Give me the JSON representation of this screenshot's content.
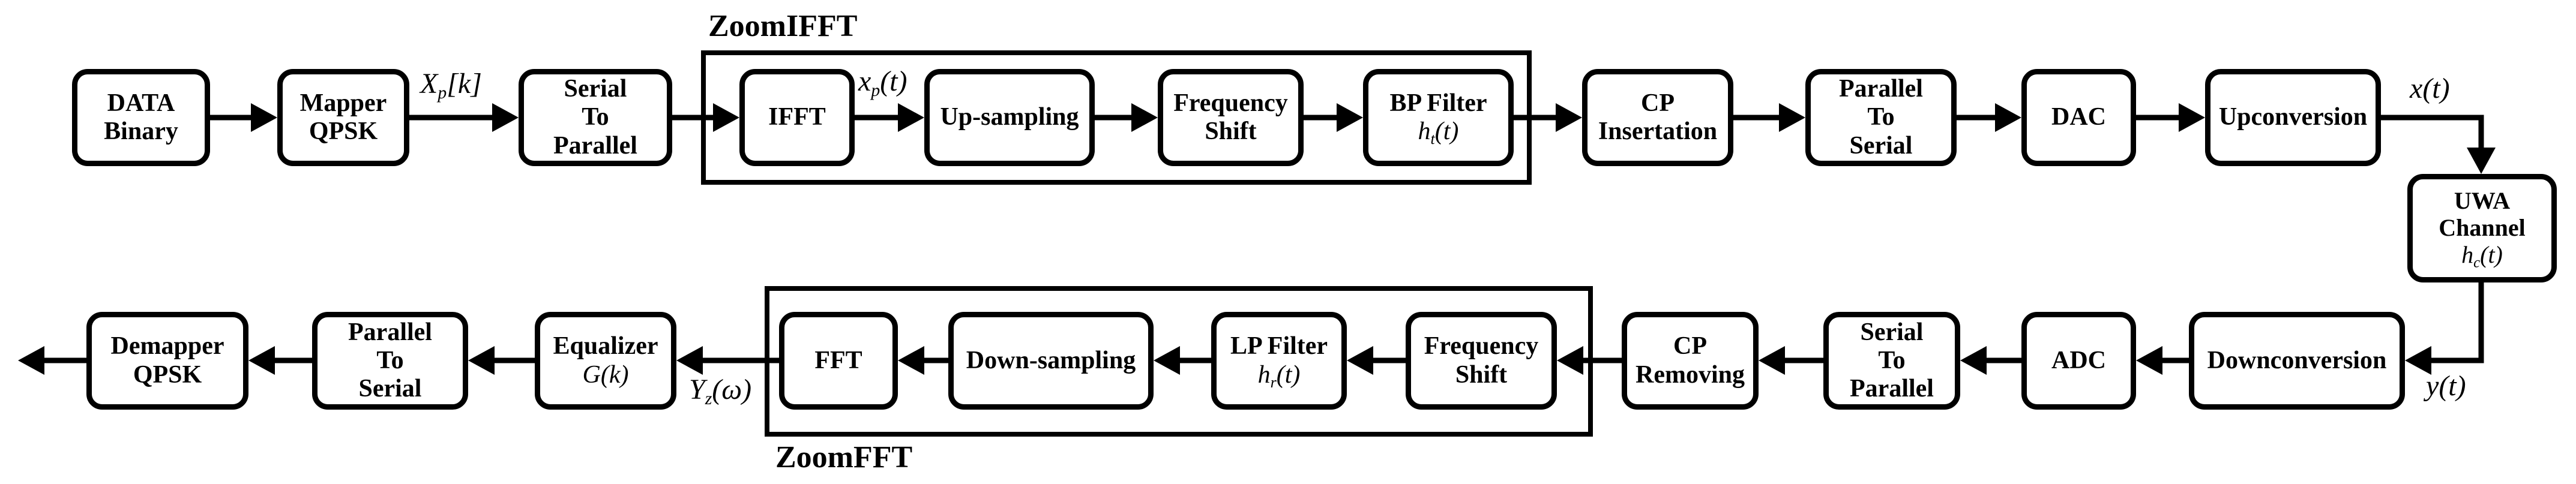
{
  "groups": {
    "zoom_ifft": "ZoomIFFT",
    "zoom_fft": "ZoomFFT"
  },
  "blocks": {
    "data_binary": {
      "line1": "DATA",
      "line2": "Binary"
    },
    "mapper_qpsk": {
      "line1": "Mapper",
      "line2": "QPSK"
    },
    "serial_to_parallel_tx": {
      "line1": "Serial",
      "line2": "To",
      "line3": "Parallel"
    },
    "ifft": {
      "line1": "IFFT"
    },
    "up_sampling": {
      "line1": "Up-sampling"
    },
    "frequency_shift_tx": {
      "line1": "Frequency",
      "line2": "Shift"
    },
    "bp_filter": {
      "line1": "BP Filter",
      "math": {
        "base": "h",
        "sub": "t",
        "rest": "(t)"
      }
    },
    "cp_insertation": {
      "line1": "CP",
      "line2": "Insertation"
    },
    "parallel_to_serial_tx": {
      "line1": "Parallel",
      "line2": "To",
      "line3": "Serial"
    },
    "dac": {
      "line1": "DAC"
    },
    "upconversion": {
      "line1": "Upconversion"
    },
    "uwa_channel": {
      "line1": "UWA",
      "line2": "Channel",
      "math": {
        "base": "h",
        "sub": "c",
        "rest": "(t)"
      }
    },
    "downconversion": {
      "line1": "Downconversion"
    },
    "adc": {
      "line1": "ADC"
    },
    "serial_to_parallel_rx": {
      "line1": "Serial",
      "line2": "To",
      "line3": "Parallel"
    },
    "cp_removing": {
      "line1": "CP",
      "line2": "Removing"
    },
    "frequency_shift_rx": {
      "line1": "Frequency",
      "line2": "Shift"
    },
    "lp_filter": {
      "line1": "LP Filter",
      "math": {
        "base": "h",
        "sub": "r",
        "rest": "(t)"
      }
    },
    "down_sampling": {
      "line1": "Down-sampling"
    },
    "fft": {
      "line1": "FFT"
    },
    "equalizer": {
      "line1": "Equalizer",
      "math": {
        "base": "G",
        "sub": "",
        "rest": "(k)"
      }
    },
    "parallel_to_serial_rx": {
      "line1": "Parallel",
      "line2": "To",
      "line3": "Serial"
    },
    "demapper_qpsk": {
      "line1": "Demapper",
      "line2": "QPSK"
    }
  },
  "signals": {
    "x_p_k": {
      "base": "X",
      "sub": "p",
      "rest": "[k]"
    },
    "x_p_t": {
      "base": "x",
      "sub": "p",
      "rest": "(t)"
    },
    "x_t": {
      "base": "x",
      "sub": "",
      "rest": "(t)"
    },
    "y_t": {
      "base": "y",
      "sub": "",
      "rest": "(t)"
    },
    "Y_z_w": {
      "base": "Y",
      "sub": "z",
      "rest": "(ω)"
    }
  },
  "colors": {
    "line": "#000000",
    "background": "#ffffff"
  }
}
